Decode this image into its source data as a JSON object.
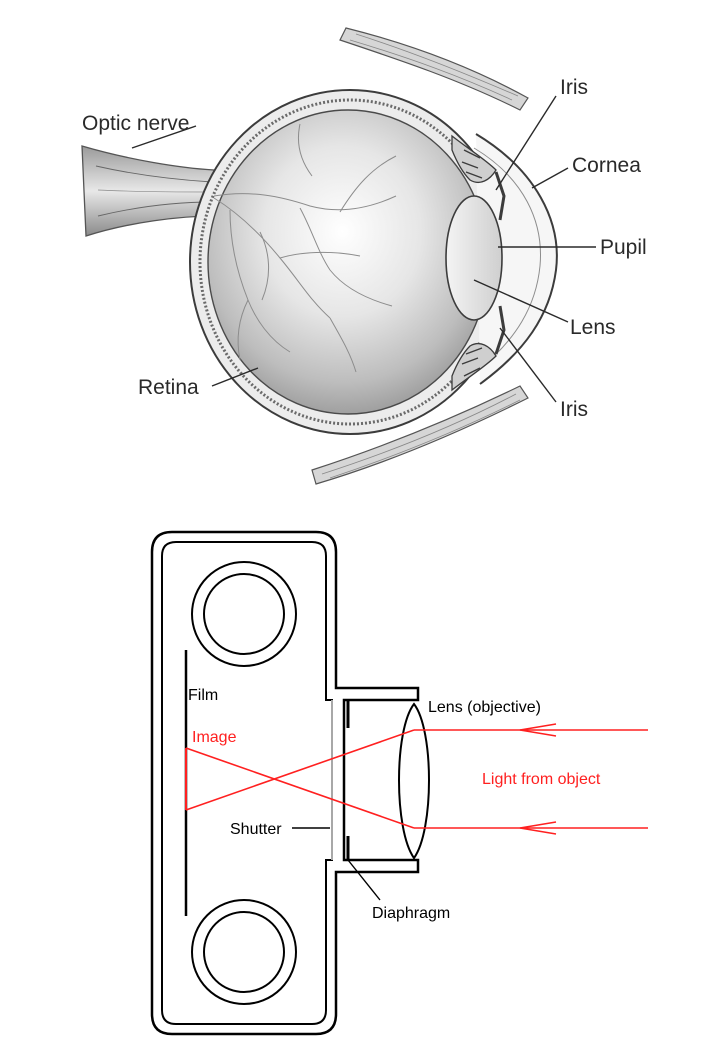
{
  "eye": {
    "labels": {
      "iris_top": "Iris",
      "optic_nerve": "Optic nerve",
      "cornea": "Cornea",
      "pupil": "Pupil",
      "lens": "Lens",
      "retina": "Retina",
      "iris_bottom": "Iris"
    }
  },
  "camera": {
    "labels": {
      "film": "Film",
      "lens": "Lens (objective)",
      "image": "Image",
      "light": "Light from object",
      "shutter": "Shutter",
      "diaphragm": "Diaphragm"
    },
    "colors": {
      "light_ray": "#ff2020",
      "outline": "#000000"
    }
  }
}
